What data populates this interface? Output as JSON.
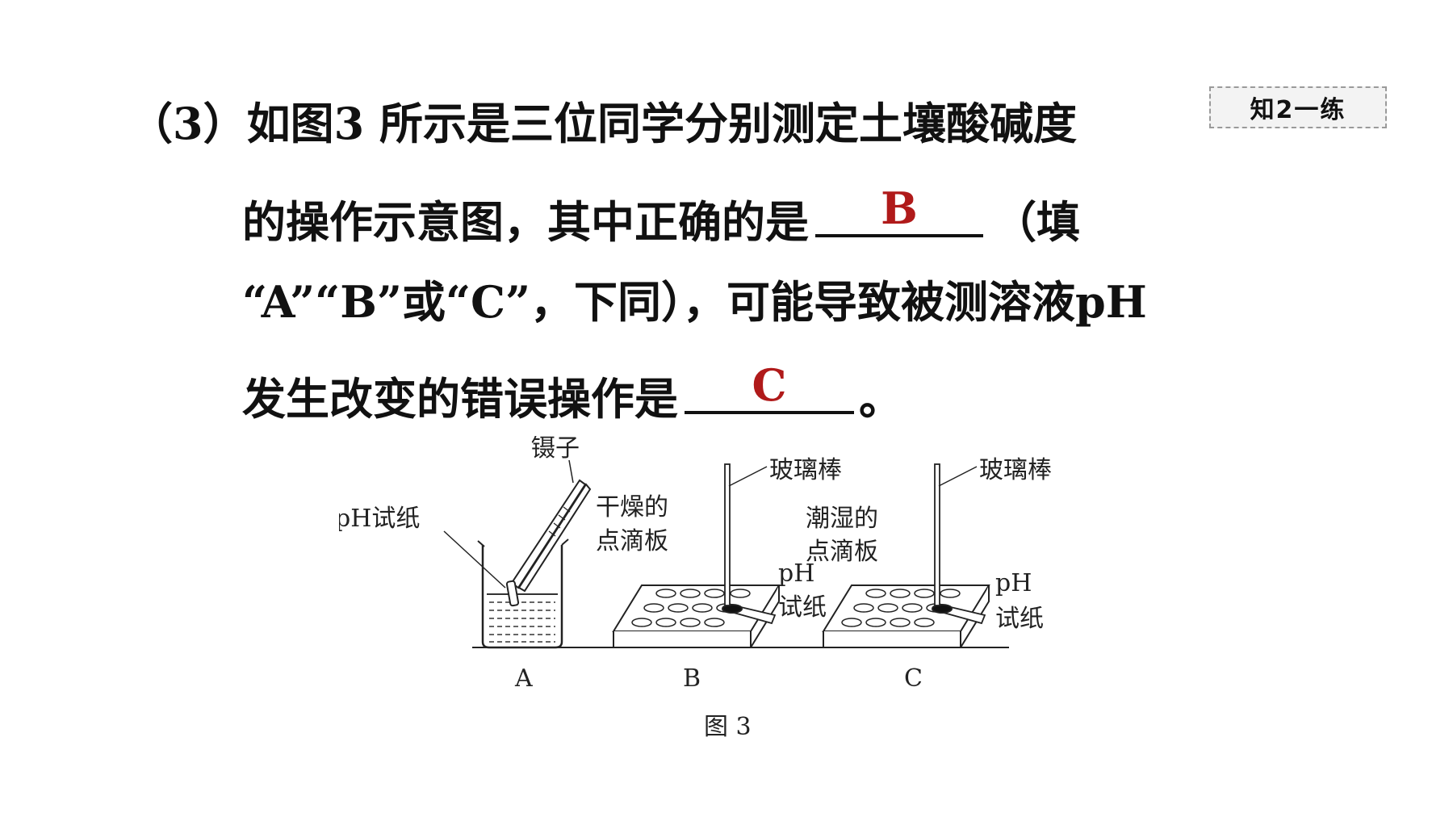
{
  "badge": "知2一练",
  "question": {
    "line1": "（3）如图3 所示是三位同学分别测定土壤酸碱度",
    "line2_pre": "的操作示意图，其中正确的是",
    "answer1": "B",
    "line2_post": "（填",
    "line3": "“A”“B”或“C”，下同），可能导致被测溶液pH",
    "line4_pre": "发生改变的错误操作是",
    "answer2": "C",
    "line4_post": "。"
  },
  "figure": {
    "tweezers": "镊子",
    "ph_paper_a": "pH试纸",
    "dry_1": "干燥的",
    "plate_b": "点滴板",
    "glass_rod_b": "玻璃棒",
    "ph_b": "pH",
    "paper_b": "试纸",
    "wet_1": "潮湿的",
    "plate_c": "点滴板",
    "glass_rod_c": "玻璃棒",
    "ph_c": "pH",
    "paper_c": "试纸",
    "label_a": "A",
    "label_b": "B",
    "label_c": "C",
    "caption": "图 3"
  },
  "colors": {
    "answer": "#b01a1a"
  }
}
